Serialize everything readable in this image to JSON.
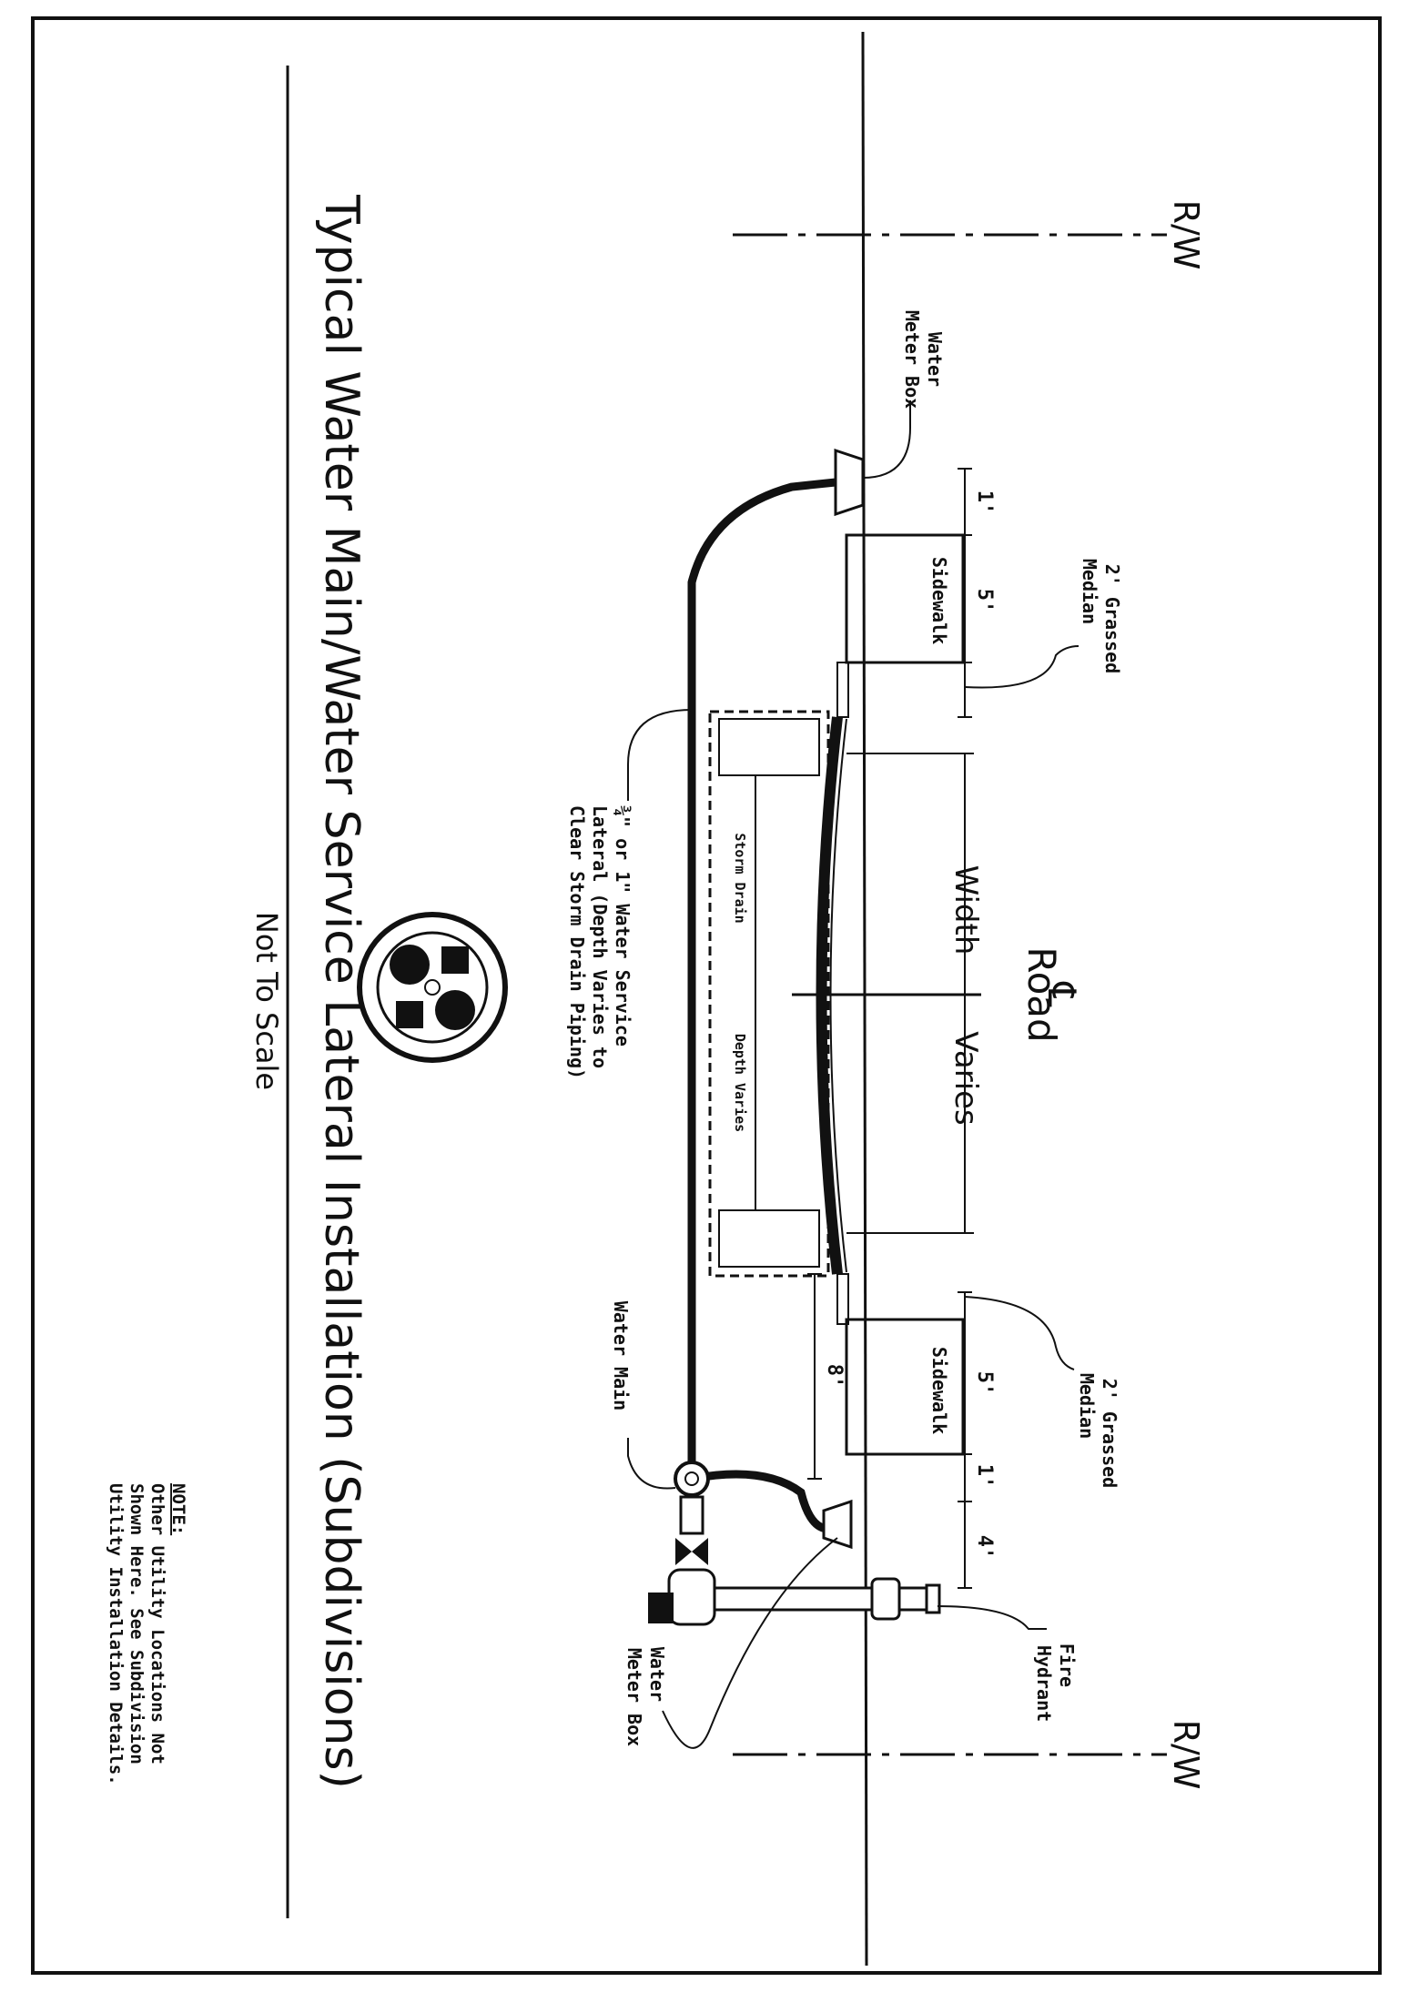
{
  "drawing": {
    "title": "Typical Water Main/Water Service Lateral Installation (Subdivisions)",
    "subtitle": "Not To Scale",
    "right_of_way_left": "R/W",
    "right_of_way_right": "R/W",
    "road_centerline": "℄",
    "road_label": "Road",
    "width_label": "Width",
    "varies_label": "Varies",
    "meter_box_top_line1": "Water",
    "meter_box_top_line2": "Meter Box",
    "median_top_line1": "2' Grassed",
    "median_top_line2": "Median",
    "sidewalk_top": "Sidewalk",
    "dim_1ft_top": "1'",
    "dim_5ft_top": "5'",
    "storm_drain": "Storm Drain",
    "depth_varies": "Depth Varies",
    "lateral_line1": "¾\" or 1\" Water Service",
    "lateral_line2": "Lateral (Depth Varies to",
    "lateral_line3": "Clear Storm Drain Piping)",
    "median_bottom_line1": "2' Grassed",
    "median_bottom_line2": "Median",
    "sidewalk_bottom": "Sidewalk",
    "dim_5ft_bottom": "5'",
    "dim_8ft": "8'",
    "dim_1ft_bottom": "1'",
    "dim_4ft": "4'",
    "water_main": "Water Main",
    "fire_hydrant_line1": "Fire",
    "fire_hydrant_line2": "Hydrant",
    "meter_box_bottom_line1": "Water",
    "meter_box_bottom_line2": "Meter Box",
    "note_title": "NOTE:",
    "note_line1": "Other Utility Locations Not",
    "note_line2": "Shown Here.  See Subdivision",
    "note_line3": "Utility Installation Details."
  }
}
